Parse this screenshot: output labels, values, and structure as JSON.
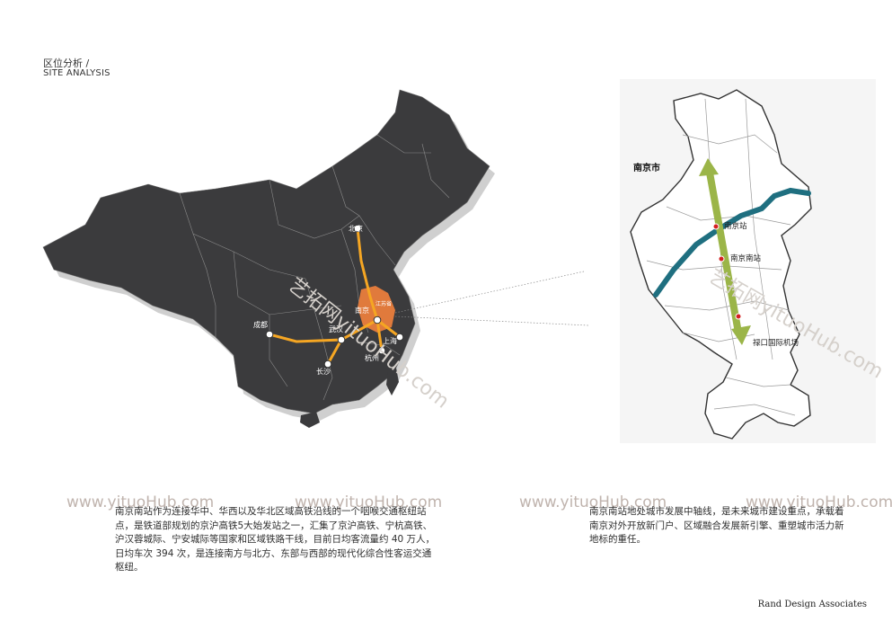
{
  "header": {
    "title_cn": "区位分析 /",
    "title_en": "SITE ANALYSIS"
  },
  "china_map": {
    "cities": [
      "北京",
      "南京",
      "成都",
      "武汉",
      "上海",
      "长沙",
      "杭州"
    ],
    "province_label": "江苏省",
    "colors": {
      "land": "#3a3a3c",
      "rail": "#f5a623",
      "province": "#e07a3c",
      "border": "#8a8a8a"
    }
  },
  "nanjing_map": {
    "title": "南京市",
    "stations": [
      "南京站",
      "南京南站",
      "禄口国际机场"
    ],
    "colors": {
      "river": "#1f6f80",
      "axis": "#9bb548",
      "station": "#d42121"
    }
  },
  "paragraphs": {
    "left": "南京南站作为连接华中、华西以及华北区域高铁沿线的一个咽喉交通枢纽站点，是铁道部规划的京沪高铁5大始发站之一，汇集了京沪高铁、宁杭高铁、沪汉蓉城际、宁安城际等国家和区域铁路干线，目前日均客流量约 40 万人，日均车次 394 次，是连接南方与北方、东部与西部的现代化综合性客运交通枢纽。",
    "right": "南京南站地处城市发展中轴线，是未来城市建设重点，承载着南京对外开放新门户、区域融合发展新引擎、重塑城市活力新地标的重任。"
  },
  "watermark": {
    "url": "www.yituoHub.com",
    "diag_1": "艺拓网yituoHub.com",
    "diag_2": "艺拓网yituoHub.com"
  },
  "footer": {
    "brand": "Rand Design Associates"
  }
}
